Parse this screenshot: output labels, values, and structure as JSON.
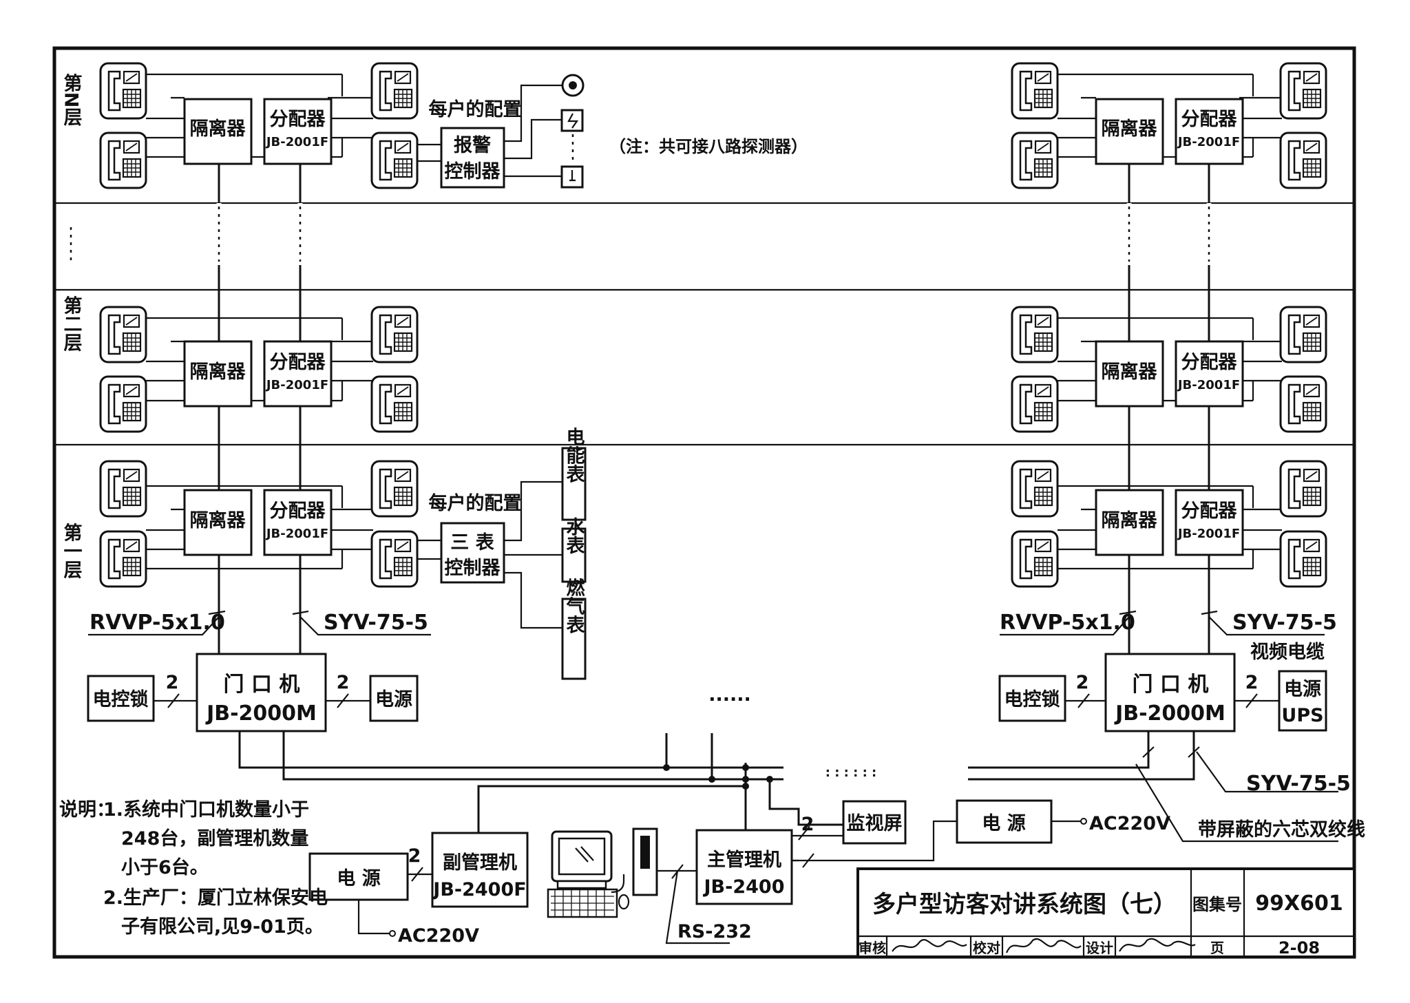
{
  "floors": {
    "n": "第N层",
    "second": "第二层",
    "first": "第一层"
  },
  "devices": {
    "isolator": "隔离器",
    "distributor": "分配器",
    "distributor_model": "JB-2001F",
    "per_household": "每户的配置",
    "alarm_controller": [
      "报警",
      "控制器"
    ],
    "alarm_note": "（注：共可接八路探测器）",
    "three_meter_controller": [
      "三 表",
      "控制器"
    ],
    "meters": [
      "电能表",
      "水表",
      "燃气表"
    ],
    "door_unit": "门 口 机",
    "door_unit_model": "JB-2000M",
    "lock": "电控锁",
    "power": "电源",
    "power_ups": [
      "电源",
      "UPS"
    ],
    "monitor": "监视屏",
    "power_spaced": "电 源",
    "sub_manager": "副管理机",
    "sub_manager_model": "JB-2400F",
    "main_manager": "主管理机",
    "main_manager_model": "JB-2400"
  },
  "cables": {
    "rvvp": "RVVP-5x1.0",
    "syv": "SYV-75-5",
    "video_cable": "视频电缆",
    "shielded": "带屏蔽的六芯双绞线",
    "rs232": "RS-232",
    "ac": "AC220V",
    "count": "2",
    "ellipsis": "......",
    "dots": ": : : : : :"
  },
  "notes": {
    "head": "说明：",
    "line1": "1.系统中门口机数量小于",
    "line2": "248台，副管理机数量",
    "line3": "小于6台。",
    "line4": "2.生产厂：厦门立林保安电",
    "line5": "子有限公司,见9-01页。"
  },
  "title_block": {
    "title": "多户型访客对讲系统图（七）",
    "atlas_label": "图集号",
    "atlas_no": "99X601",
    "review": "审核",
    "check": "校对",
    "design": "设计",
    "page_label": "页",
    "page_no": "2-08"
  }
}
